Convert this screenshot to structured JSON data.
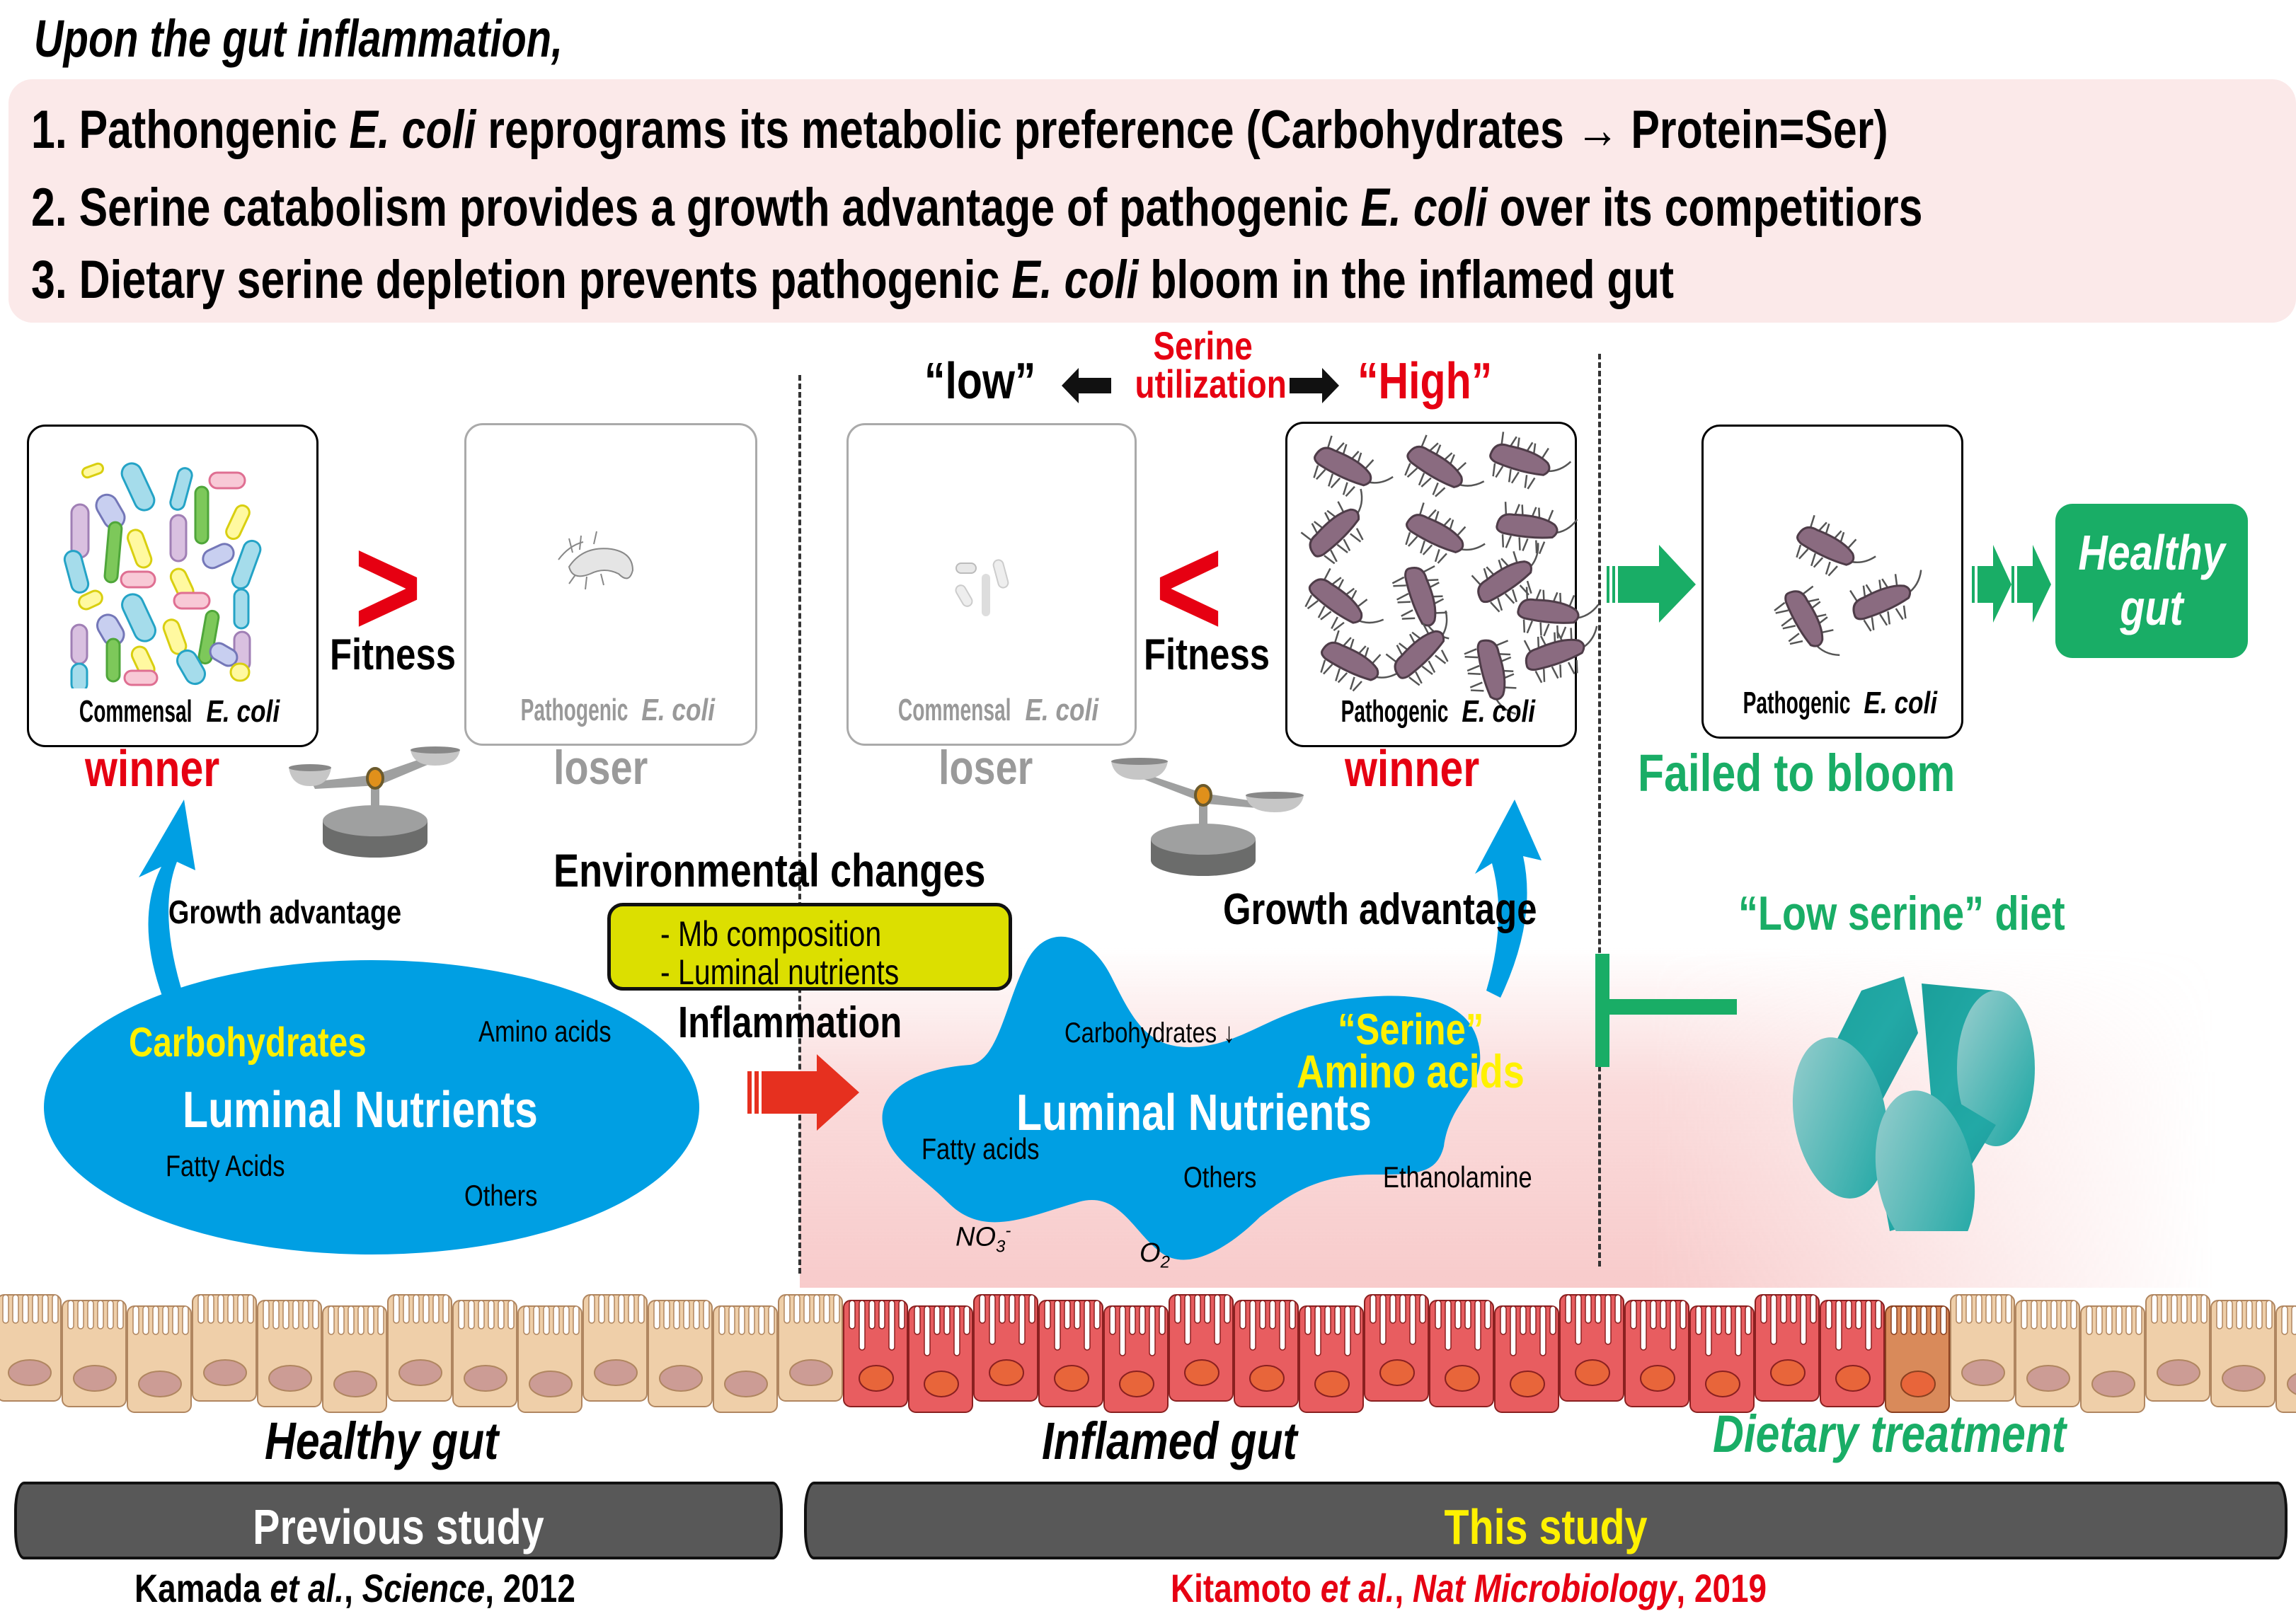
{
  "headline": "Upon the gut inflammation,",
  "summary": [
    {
      "pre": "1. Pathongenic ",
      "italic": "E. coli",
      "post": " reprograms its metabolic preference (Carbohydrates → Protein=Ser)"
    },
    {
      "pre": "2. Serine catabolism provides a growth advantage of pathogenic ",
      "italic": "E. coli",
      "post": " over its competitiors"
    },
    {
      "pre": "3. Dietary serine depletion prevents pathogenic ",
      "italic": "E. coli",
      "post": " bloom in the inflamed gut"
    }
  ],
  "serine_axis": {
    "low": "“low”",
    "label_line1": "Serine",
    "label_line2": "utilization",
    "high": "“High”"
  },
  "panels": {
    "healthy_commensal": {
      "label_pre": "Commensal ",
      "label_italic": "E. coli",
      "status": "winner"
    },
    "healthy_pathogenic": {
      "label_pre": "Pathogenic ",
      "label_italic": "E. coli",
      "status": "loser"
    },
    "inflamed_commensal": {
      "label_pre": "Commensal ",
      "label_italic": "E. coli",
      "status": "loser"
    },
    "inflamed_pathogenic": {
      "label_pre": "Pathogenic ",
      "label_italic": "E. coli",
      "status": "winner"
    },
    "diet_pathogenic": {
      "label_pre": "Pathogenic ",
      "label_italic": "E. coli",
      "status": "Failed to bloom"
    }
  },
  "comparison": {
    "healthy_symbol": ">",
    "inflamed_symbol": "<",
    "fitness_label": "Fitness"
  },
  "growth_advantage": "Growth advantage",
  "environment": {
    "title": "Environmental changes",
    "items": [
      "- Mb composition",
      "- Luminal nutrients"
    ],
    "trigger": "Inflammation"
  },
  "healthy_nutrients": {
    "title": "Luminal Nutrients",
    "highlight": "Carbohydrates",
    "items": [
      "Amino acids",
      "Fatty Acids",
      "Others"
    ]
  },
  "inflamed_nutrients": {
    "title": "Luminal Nutrients",
    "highlight_line1": "“Serine”",
    "highlight_line2": "Amino acids",
    "items": [
      "Carbohydrates ↓",
      "Fatty acids",
      "Others",
      "Ethanolamine"
    ],
    "electron_acceptors": {
      "nitrate": "NO",
      "nitrate_sub": "3",
      "nitrate_sup": "-",
      "oxygen": "O",
      "oxygen_sub": "2"
    }
  },
  "diet": {
    "title": "“Low serine” diet",
    "outcome": "Healthy gut"
  },
  "sections": {
    "healthy": "Healthy gut",
    "inflamed": "Inflamed gut",
    "dietary": "Dietary treatment"
  },
  "studies": {
    "previous": {
      "label": "Previous study",
      "cite_author": "Kamada ",
      "cite_etal": "et al.",
      "cite_journal": "Science",
      "cite_year": ", 2012"
    },
    "current": {
      "label": "This study",
      "cite_author": "Kitamoto ",
      "cite_etal": "et al.",
      "cite_journal": "Nat Microbiology",
      "cite_year": ", 2019"
    }
  },
  "colors": {
    "accent_red": "#e60012",
    "accent_green": "#19ad66",
    "nutrient_blue": "#009fe3",
    "env_yellow": "#dcdf00",
    "study_bar": "#585858",
    "summary_bg": "#fbe9e9",
    "bacteria_purple": "#8a6b80"
  }
}
